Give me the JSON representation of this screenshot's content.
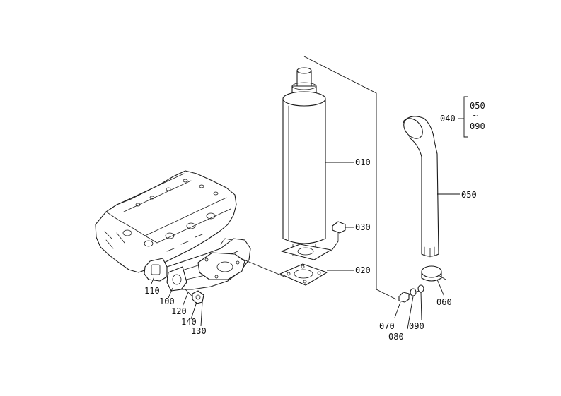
{
  "labels": {
    "l010": "010",
    "l020": "020",
    "l030": "030",
    "l040": "040",
    "l050a": "050",
    "l050b": "050",
    "l060": "060",
    "l070": "070",
    "l080": "080",
    "l090a": "090",
    "l090b": "090",
    "l100": "100",
    "l110": "110",
    "l120": "120",
    "l130": "130",
    "l140": "140",
    "range_sep": "~"
  },
  "colors": {
    "ink": "#1a1a1a",
    "background": "#ffffff"
  }
}
